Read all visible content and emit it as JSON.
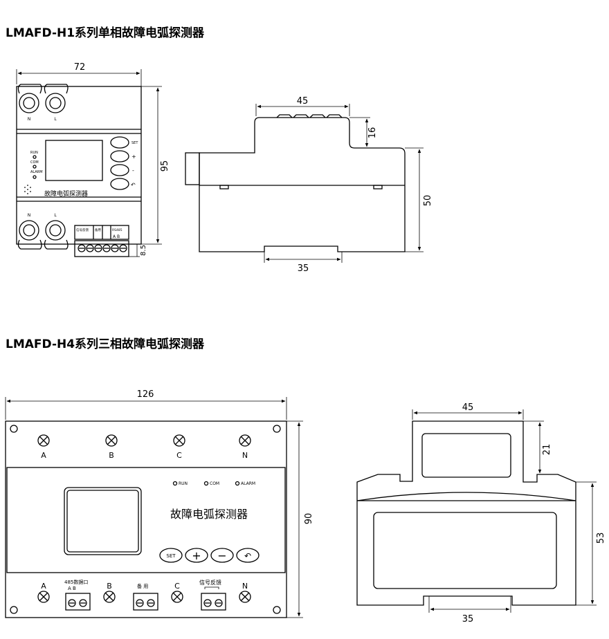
{
  "titles": {
    "h1": "LMAFD-H1系列单相故障电弧探测器",
    "h4": "LMAFD-H4系列三相故障电弧探测器"
  },
  "h1": {
    "dims": {
      "width": "72",
      "height": "95",
      "terminal": "8.5",
      "top_width": "45",
      "top_height": "16",
      "side_height": "50",
      "rail": "35"
    },
    "terminal_top": [
      "N",
      "L"
    ],
    "terminal_bottom": [
      "N",
      "L"
    ],
    "leds": [
      "RUN",
      "COM",
      "ALARM"
    ],
    "buttons": [
      "SET",
      "+",
      "-",
      "↶"
    ],
    "label": "故障电弧探测器",
    "terminal_headers": [
      "信号反馈",
      "备用",
      "RS485",
      "A B"
    ]
  },
  "h4": {
    "dims": {
      "width": "126",
      "height": "90",
      "top_width": "45",
      "top_height": "21",
      "side_height": "53",
      "rail": "35"
    },
    "top_terminals": [
      "A",
      "B",
      "C",
      "N"
    ],
    "bottom_terminals": [
      "A",
      "B",
      "C",
      "N"
    ],
    "leds": [
      "RUN",
      "COM",
      "ALARM"
    ],
    "label": "故障电弧探测器",
    "buttons": [
      "SET",
      "+",
      "−",
      "↶"
    ],
    "terminal_labels": [
      "485数据口",
      "A  B",
      "备  用",
      "信号反馈"
    ]
  }
}
